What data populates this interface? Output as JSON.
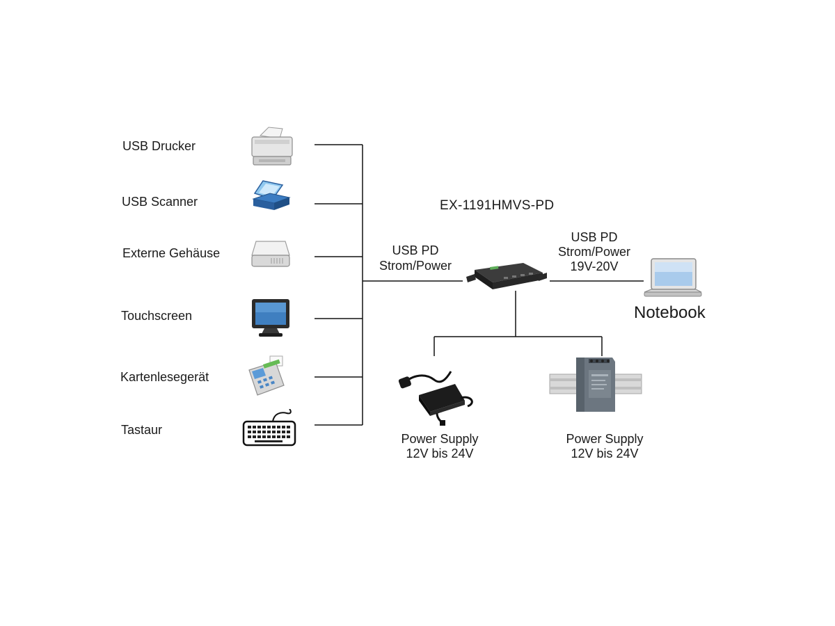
{
  "title": "EX-1191HMVS-PD",
  "devices": [
    {
      "label": "USB Drucker",
      "icon": "printer-icon"
    },
    {
      "label": "USB Scanner",
      "icon": "scanner-icon"
    },
    {
      "label": "Externe Gehäuse",
      "icon": "external-drive-icon"
    },
    {
      "label": "Touchscreen",
      "icon": "touchscreen-icon"
    },
    {
      "label": "Kartenlesegerät",
      "icon": "card-reader-icon"
    },
    {
      "label": "Tastaur",
      "icon": "keyboard-icon"
    }
  ],
  "left_link": {
    "line1": "USB PD",
    "line2": "Strom/Power"
  },
  "right_link": {
    "line1": "USB PD",
    "line2": "Strom/Power",
    "line3": "19V-20V"
  },
  "notebook": {
    "label": "Notebook",
    "icon": "laptop-icon"
  },
  "hub": {
    "icon": "usb-hub-icon"
  },
  "power_supplies": [
    {
      "line1": "Power Supply",
      "line2": "12V bis 24V",
      "icon": "power-adapter-icon"
    },
    {
      "line1": "Power Supply",
      "line2": "12V bis 24V",
      "icon": "din-rail-psu-icon"
    }
  ]
}
